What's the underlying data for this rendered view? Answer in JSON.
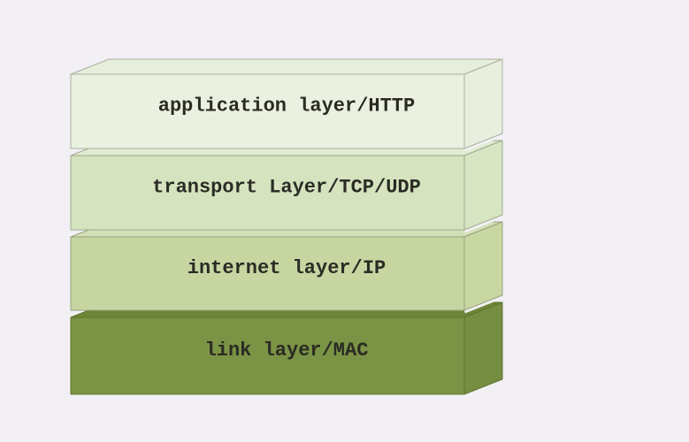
{
  "background": "#f2f0f4",
  "text_color": "#2b2b24",
  "diagram": {
    "type": "stacked-3d-layer-diagram",
    "layers": [
      {
        "label": "application layer/HTTP",
        "front": "#ebf1e0",
        "top": "#e8eedc",
        "side": "#e9efde",
        "stroke": "#a9b09f"
      },
      {
        "label": "transport Layer/TCP/UDP",
        "front": "#d5e3bf",
        "top": "#e2ebd2",
        "side": "#d7e5c2",
        "stroke": "#9faa8d"
      },
      {
        "label": "internet layer/IP",
        "front": "#c7d5a1",
        "top": "#d3dfb5",
        "side": "#c9d7a3",
        "stroke": "#96a27f"
      },
      {
        "label": "link layer/MAC",
        "front": "#7a9345",
        "top": "#6d8637",
        "side": "#768e41",
        "stroke": "#5e7430"
      }
    ]
  }
}
